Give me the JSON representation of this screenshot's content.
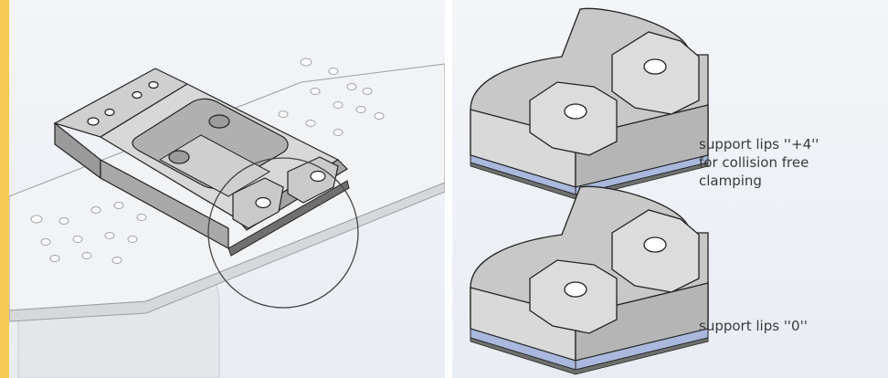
{
  "left_panel": {
    "figure": "clamping-device-on-grid-plate"
  },
  "right_panel": {
    "top_variant": {
      "caption": "support lips  ''+4''\nfor collision free\nclamping"
    },
    "bottom_variant": {
      "caption": "support lips ''0''"
    }
  },
  "colors": {
    "accent_bar": "#f7c957",
    "panel_background": "#eef1f5",
    "metal_light": "#d9d9d9",
    "metal_mid": "#b8b8b8",
    "metal_dark": "#8f8f8f",
    "outline": "#222222",
    "spacer_blue": "#a9b8dc"
  }
}
